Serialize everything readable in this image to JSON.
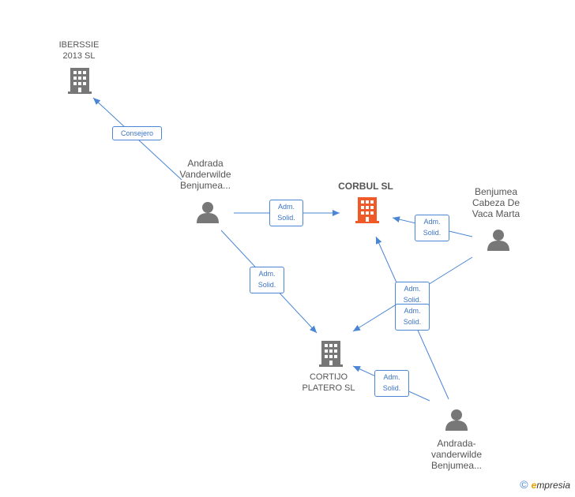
{
  "nodes": {
    "iberssie": {
      "label": "IBERSSIE\n2013  SL",
      "kind": "company"
    },
    "corbul": {
      "label": "CORBUL SL",
      "kind": "company-main"
    },
    "cortijo": {
      "label": "CORTIJO\nPLATERO SL",
      "kind": "company"
    },
    "andrada1": {
      "label": "Andrada\nVanderwilde\nBenjumea...",
      "kind": "person"
    },
    "benjumea": {
      "label": "Benjumea\nCabeza De\nVaca Marta",
      "kind": "person"
    },
    "andrada2": {
      "label": "Andrada-\nvanderwilde\nBenjumea...",
      "kind": "person"
    }
  },
  "edges": {
    "consejero": "Consejero",
    "a1_corbul": "Adm.\nSolid.",
    "a1_cortijo": "Adm.\nSolid.",
    "benj_corbul": "Adm.\nSolid.",
    "a2_corbul": "Adm.\nSolid.",
    "benj_cortijo": "Adm.\nSolid.",
    "a2_cortijo": "Adm.\nSolid."
  },
  "colors": {
    "edge": "#4a86d4",
    "company": "#777777",
    "company_main": "#f05a28",
    "person": "#777777"
  },
  "footer": {
    "copyright": "©",
    "brand_initial": "e",
    "brand_rest": "mpresia"
  }
}
